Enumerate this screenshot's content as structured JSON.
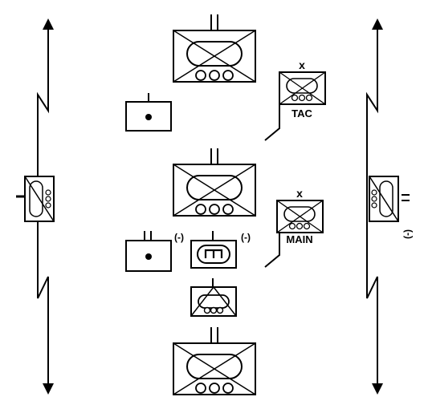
{
  "labels": {
    "tac_echelon": "x",
    "tac_name": "TAC",
    "main_echelon": "x",
    "main_name": "MAIN",
    "reinforced_1": "(-)",
    "reinforced_2": "(-)",
    "reinforced_3": "(-)"
  }
}
